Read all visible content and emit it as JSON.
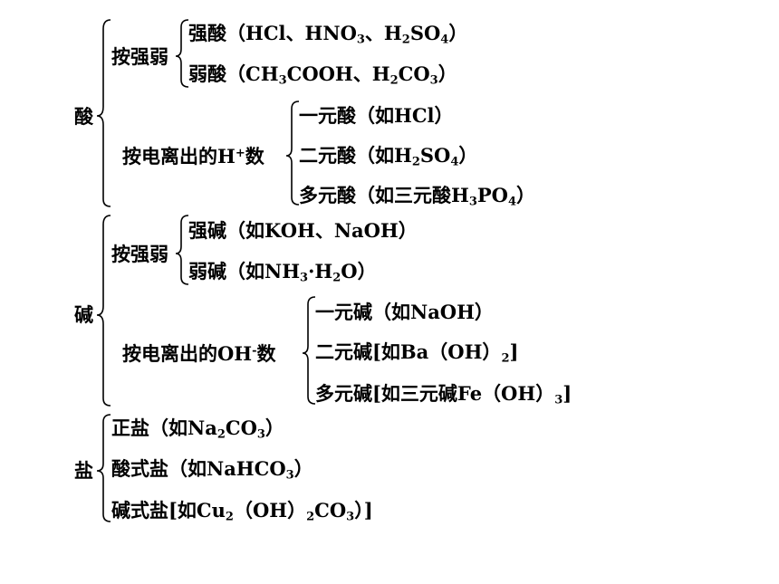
{
  "acid": {
    "label": "酸",
    "by_strength": {
      "label": "按强弱",
      "strong": [
        "强酸（HCl、HNO",
        "3",
        "、H",
        "2",
        "SO",
        "4",
        "）"
      ],
      "weak": [
        "弱酸（CH",
        "3",
        "COOH、H",
        "2",
        "CO",
        "3",
        "）"
      ]
    },
    "by_h": {
      "label": [
        "按电离出的H",
        "+",
        "数"
      ],
      "mono": "一元酸（如HCl）",
      "di": [
        "二元酸（如H",
        "2",
        "SO",
        "4",
        "）"
      ],
      "poly": [
        "多元酸（如三元酸H",
        "3",
        "PO",
        "4",
        "）"
      ]
    }
  },
  "base": {
    "label": "碱",
    "by_strength": {
      "label": "按强弱",
      "strong": "强碱（如KOH、NaOH）",
      "weak": [
        "弱碱（如NH",
        "3",
        "·H",
        "2",
        "O）"
      ]
    },
    "by_oh": {
      "label": [
        "按电离出的OH",
        "-",
        "数"
      ],
      "mono": "一元碱（如NaOH）",
      "di": [
        "二元碱[如Ba（OH）",
        "2",
        "]"
      ],
      "poly": [
        "多元碱[如三元碱Fe（OH）",
        "3",
        "]"
      ]
    }
  },
  "salt": {
    "label": "盐",
    "normal": [
      "正盐（如Na",
      "2",
      "CO",
      "3",
      "）"
    ],
    "acid_salt": [
      "酸式盐（如NaHCO",
      "3",
      "）"
    ],
    "basic_salt": [
      "碱式盐[如Cu",
      "2",
      "（OH）",
      "2",
      "CO",
      "3",
      "）]"
    ]
  }
}
